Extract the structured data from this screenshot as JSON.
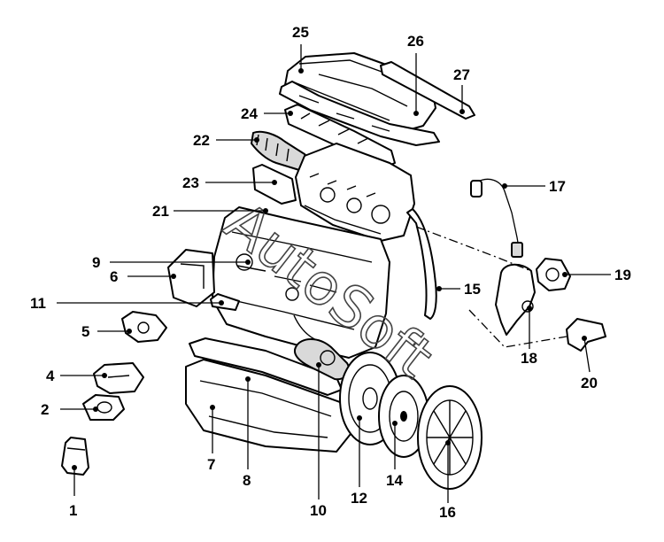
{
  "watermark": "AutoSoft",
  "callouts": {
    "c1": "1",
    "c2": "2",
    "c4": "4",
    "c5": "5",
    "c6": "6",
    "c7": "7",
    "c8": "8",
    "c9": "9",
    "c10": "10",
    "c11": "11",
    "c12": "12",
    "c14": "14",
    "c15": "15",
    "c16": "16",
    "c17": "17",
    "c18": "18",
    "c19": "19",
    "c20": "20",
    "c21": "21",
    "c22": "22",
    "c23": "23",
    "c24": "24",
    "c25": "25",
    "c26": "26",
    "c27": "27"
  },
  "colors": {
    "line": "#000000",
    "background": "#ffffff",
    "shade": "#d9d9d9"
  }
}
